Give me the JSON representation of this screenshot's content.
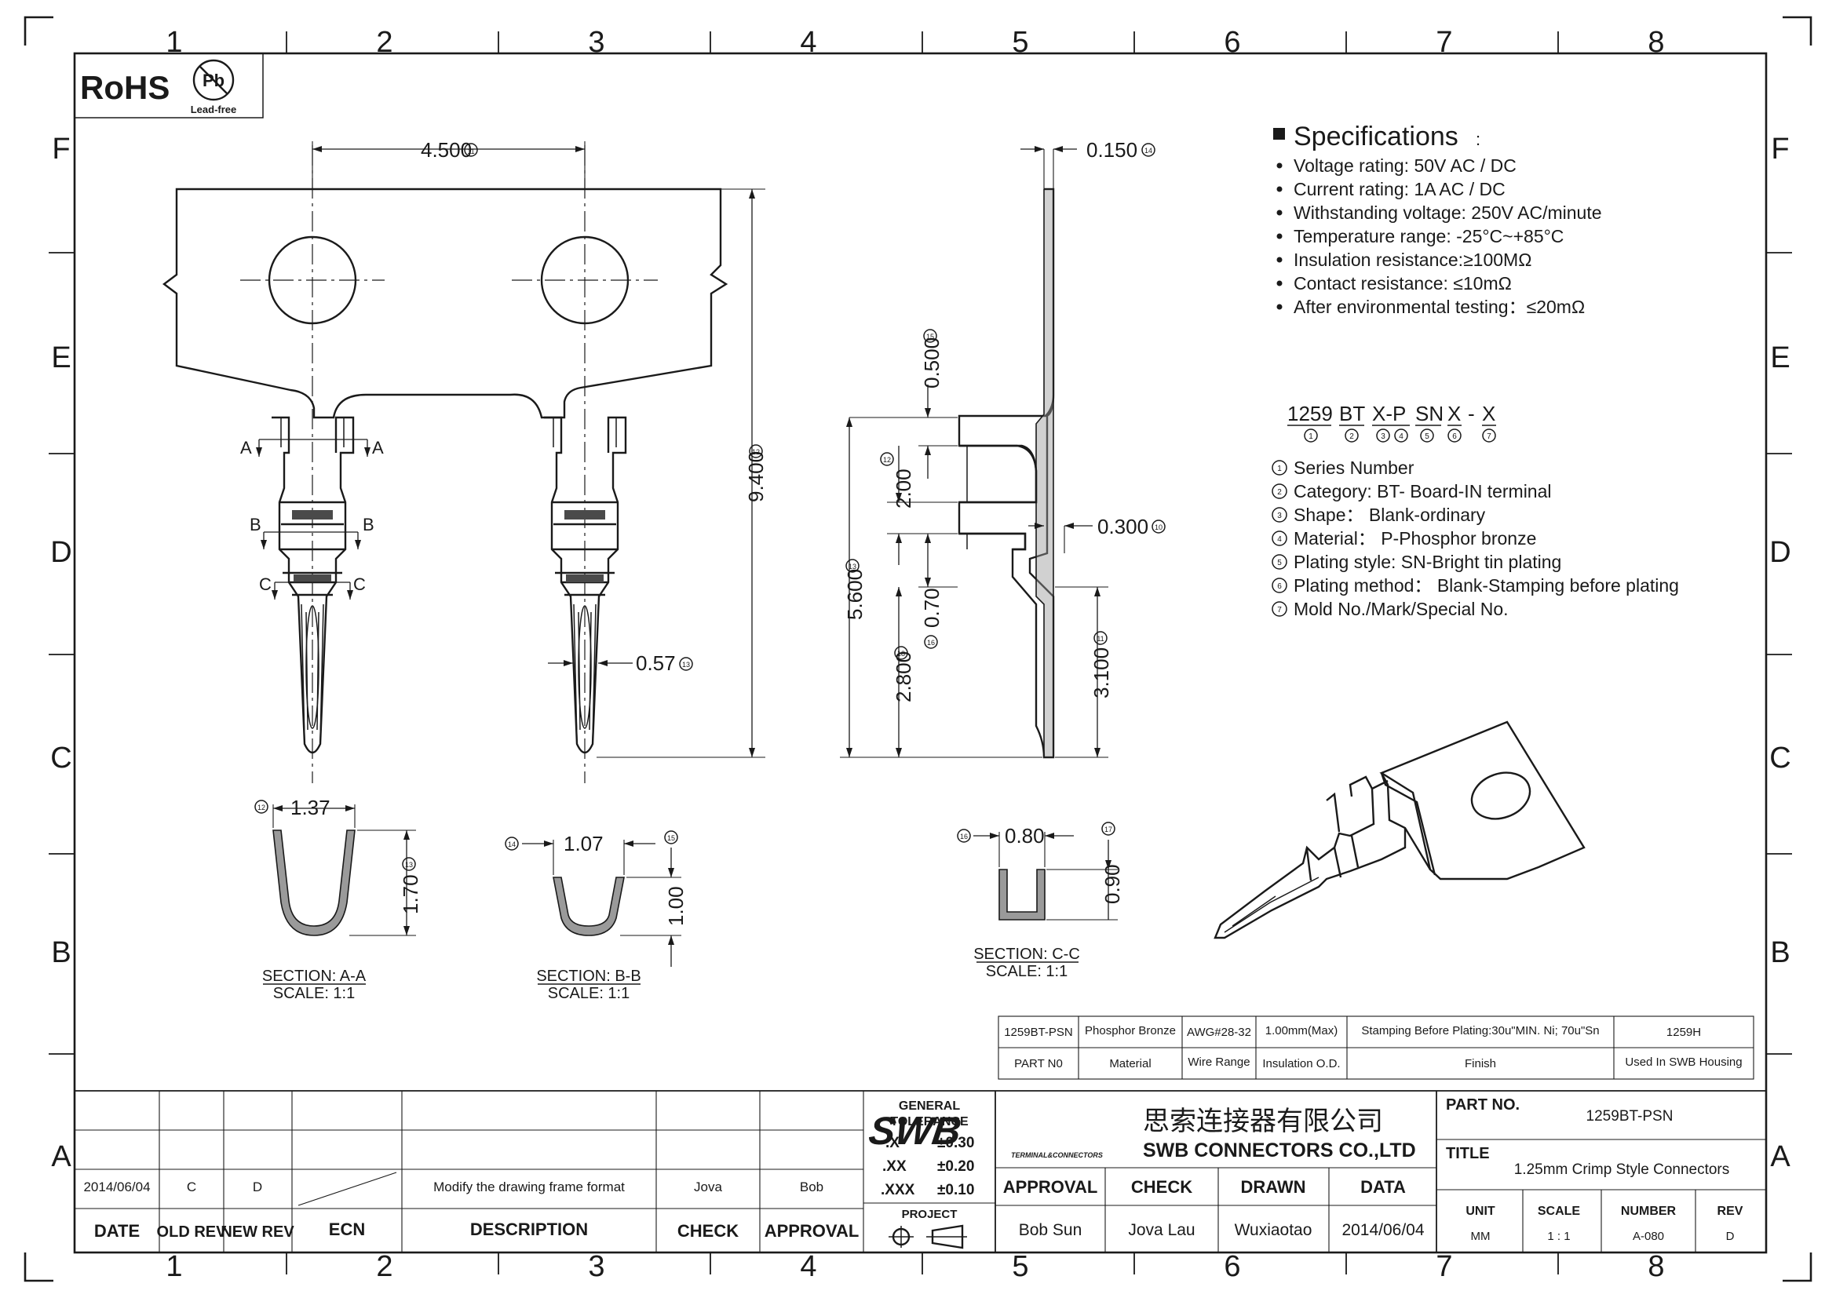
{
  "frame": {
    "top_numbers": [
      "1",
      "2",
      "3",
      "4",
      "5",
      "6",
      "7",
      "8"
    ],
    "side_letters": [
      "F",
      "E",
      "D",
      "C",
      "B",
      "A"
    ]
  },
  "rohs": {
    "label": "RoHS",
    "pb": "Pb",
    "sub": "Lead-free"
  },
  "dims": {
    "pitch": "4.500",
    "pitch_no": "11",
    "height": "9.400",
    "height_no": "12",
    "pin_w": "0.57",
    "pin_w_no": "13",
    "thick": "0.150",
    "thick_no": "14",
    "d050": "0.500",
    "d050_no": "15",
    "d200": "2.00",
    "d200_no": "12",
    "d030": "0.300",
    "d030_no": "10",
    "d560": "5.600",
    "d560_no": "13",
    "d070": "0.70",
    "d070_no": "16",
    "d280": "2.800",
    "d280_no": "18",
    "d310": "3.100",
    "d310_no": "11"
  },
  "sections": {
    "aa": {
      "w": "1.37",
      "w_no": "12",
      "h": "1.70",
      "h_no": "13",
      "title": "SECTION: A-A",
      "scale": "SCALE: 1:1"
    },
    "bb": {
      "w": "1.07",
      "w_no": "14",
      "h": "1.00",
      "h_no": "15",
      "title": "SECTION: B-B",
      "scale": "SCALE: 1:1"
    },
    "cc": {
      "w": "0.80",
      "w_no": "16",
      "h": "0.90",
      "h_no": "17",
      "title": "SECTION: C-C",
      "scale": "SCALE: 1:1"
    },
    "letters": {
      "a": "A",
      "b": "B",
      "c": "C"
    }
  },
  "specs": {
    "title": "Specifications",
    "colon": ":",
    "items": [
      "Voltage rating: 50V AC / DC",
      "Current rating:  1A  AC / DC",
      "Withstanding voltage: 250V AC/minute",
      "Temperature range: -25°C~+85°C",
      "Insulation resistance:≥100MΩ",
      "Contact resistance: ≤10mΩ",
      "After environmental testing：≤20mΩ"
    ]
  },
  "partcode": {
    "segments": [
      "1259",
      "BT",
      "X-P",
      "SN",
      "X",
      "-",
      "X"
    ],
    "markers": [
      "1",
      "2",
      "3",
      "4",
      "5",
      "6",
      "7"
    ]
  },
  "legend": [
    {
      "no": "1",
      "text": "Series Number"
    },
    {
      "no": "2",
      "text": "Category: BT- Board-IN terminal"
    },
    {
      "no": "3",
      "text": "Shape： Blank-ordinary"
    },
    {
      "no": "4",
      "text": "Material： P-Phosphor bronze"
    },
    {
      "no": "5",
      "text": "Plating style:  SN-Bright tin plating"
    },
    {
      "no": "6",
      "text": "Plating method： Blank-Stamping before plating"
    },
    {
      "no": "7",
      "text": "Mold No./Mark/Special No."
    }
  ],
  "part_table": {
    "values": [
      "1259BT-PSN",
      "Phosphor Bronze",
      "AWG#28-32",
      "1.00mm(Max)",
      "Stamping Before Plating:30u\"MIN. Ni; 70u\"Sn",
      "1259H"
    ],
    "labels": [
      "PART N0",
      "Material",
      "Wire Range",
      "Insulation  O.D.",
      "Finish",
      "Used In SWB  Housing"
    ]
  },
  "revision": {
    "row": [
      "2014/06/04",
      "C",
      "D",
      "",
      "Modify the drawing frame format",
      "Jova",
      "Bob"
    ],
    "headers": [
      "DATE",
      "OLD REV",
      "NEW REV",
      "ECN",
      "DESCRIPTION",
      "CHECK",
      "APPROVAL"
    ]
  },
  "tolerance": {
    "title1": "GENERAL",
    "title2": "TOLERANCE",
    "rows": [
      [
        ".X",
        "±0.30"
      ],
      [
        ".XX",
        "±0.20"
      ],
      [
        ".XXX",
        "±0.10"
      ]
    ],
    "project": "PROJECT"
  },
  "company": {
    "logo": "SWB",
    "logo_sub": "TERMINAL&CONNECTORS",
    "name_cn": "思索连接器有限公司",
    "name_en": "SWB CONNECTORS CO.,LTD"
  },
  "signoff": {
    "headers": [
      "APPROVAL",
      "CHECK",
      "DRAWN",
      "DATA"
    ],
    "values": [
      "Bob Sun",
      "Jova Lau",
      "Wuxiaotao",
      "2014/06/04"
    ]
  },
  "title_block": {
    "part_label": "PART NO.",
    "part_value": "1259BT-PSN",
    "title_label": "TITLE",
    "title_value": "1.25mm Crimp Style Connectors",
    "headers": [
      "UNIT",
      "SCALE",
      "NUMBER",
      "REV"
    ],
    "values": [
      "MM",
      "1 : 1",
      "A-080",
      "D"
    ]
  }
}
